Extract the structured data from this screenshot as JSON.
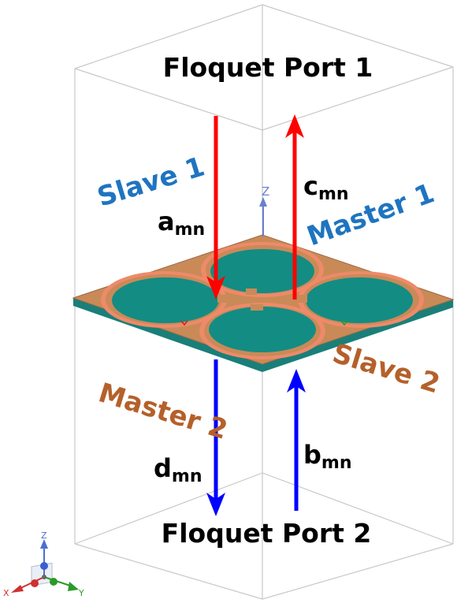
{
  "labels": {
    "port1": "Floquet Port 1",
    "port2": "Floquet Port 2",
    "slave1": "Slave 1",
    "master1": "Master 1",
    "slave2": "Slave 2",
    "master2": "Master 2",
    "a": "a",
    "a_sub": "mn",
    "b": "b",
    "b_sub": "mn",
    "c": "c",
    "c_sub": "mn",
    "d": "d",
    "d_sub": "mn",
    "axis_z": "Z",
    "triad_x": "X",
    "triad_y": "Y",
    "triad_z": "Z"
  },
  "colors": {
    "incident_arrow": "#ff0000",
    "transmitted_arrow": "#0000ff",
    "slave_master_1_text": "#1f74c0",
    "slave_master_2_text": "#b5602a",
    "substrate_top": "#c98a58",
    "patch_fill": "#138c84",
    "ring_copper": "#ee8a6a",
    "box_edges": "#b4b4b4"
  },
  "icons": {
    "triad": "xyz-axis-triad-icon"
  }
}
